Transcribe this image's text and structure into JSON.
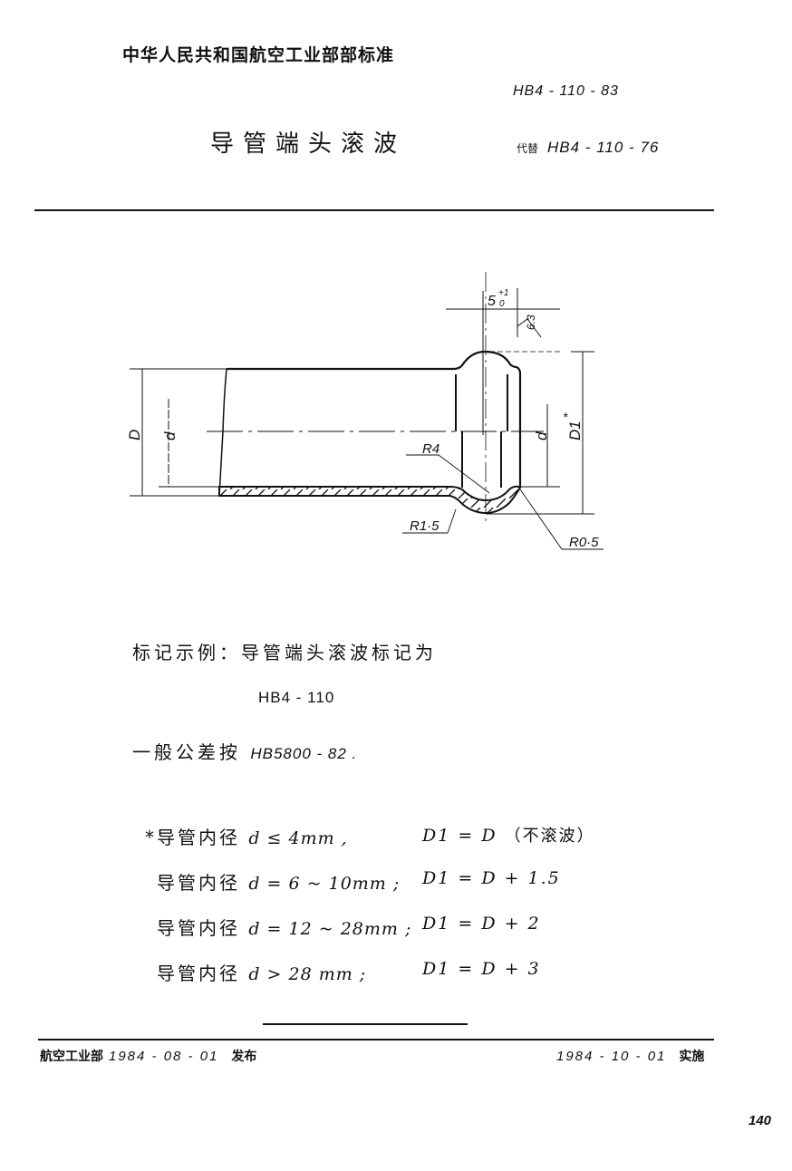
{
  "header": {
    "organization": "中华人民共和国航空工业部部标准",
    "standard_number": "HB4 - 110 - 83",
    "title": "导管端头滚波",
    "replaces_label": "代替",
    "replaces_number": "HB4 - 110 - 76"
  },
  "drawing": {
    "dimension_width": "5",
    "dimension_tolerance": "+1 / 0",
    "surface_roughness": "6.3",
    "label_D": "D",
    "label_d_left": "d",
    "label_d_right": "d",
    "label_D1": "D1",
    "label_D1_asterisk": "*",
    "radius_R4": "R4",
    "radius_R1_5": "R1·5",
    "radius_R0_5": "R0·5"
  },
  "notes": {
    "marking_example_label": "标记示例：导管端头滚波标记为",
    "marking_code": "HB4 - 110",
    "general_tolerance_prefix": "一般公差按",
    "general_tolerance_standard": "HB5800 - 82 ."
  },
  "rules": [
    {
      "prefix": "*",
      "label": "导管内径",
      "condition": "d ≤ 4mm ,",
      "result": "D1 = D",
      "note": "（不滚波）"
    },
    {
      "prefix": "",
      "label": "导管内径",
      "condition": "d = 6 ~ 10mm ;",
      "result": "D1 = D + 1.5",
      "note": ""
    },
    {
      "prefix": "",
      "label": "导管内径",
      "condition": "d = 12 ~ 28mm ;",
      "result": "D1 = D + 2",
      "note": ""
    },
    {
      "prefix": "",
      "label": "导管内径",
      "condition": "d > 28 mm ;",
      "result": "D1 = D + 3",
      "note": ""
    }
  ],
  "footer": {
    "issuer": "航空工业部",
    "issue_date": "1984 - 08 - 01",
    "issue_label": "发布",
    "effective_date": "1984 - 10 - 01",
    "effective_label": "实施"
  },
  "page_number": "140"
}
